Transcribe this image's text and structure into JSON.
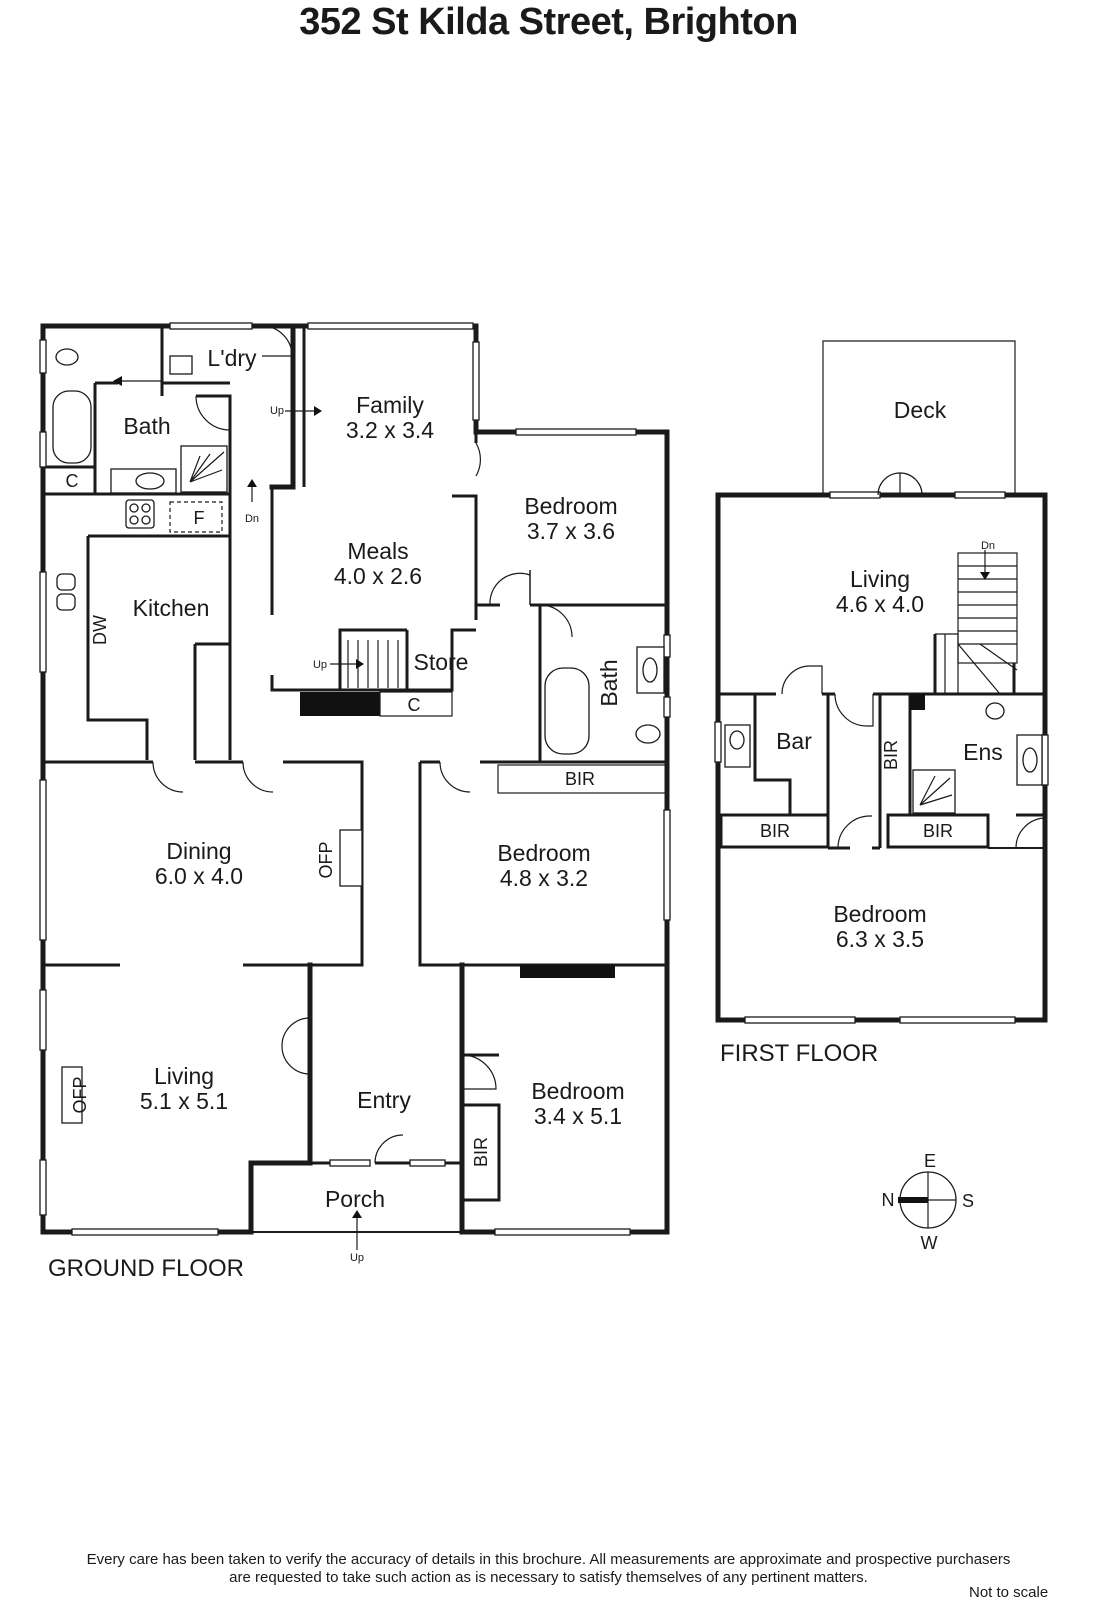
{
  "title": "352 St Kilda Street, Brighton",
  "ground_floor": {
    "label": "GROUND FLOOR",
    "rooms": {
      "ldry": "L'dry",
      "bath": "Bath",
      "c1": "C",
      "family": "Family",
      "family_dim": "3.2 x 3.4",
      "meals": "Meals",
      "meals_dim": "4.0 x 2.6",
      "kitchen": "Kitchen",
      "dw": "DW",
      "f": "F",
      "store": "Store",
      "c2": "C",
      "bed1": "Bedroom",
      "bed1_dim": "3.7 x 3.6",
      "bath2": "Bath",
      "bir1": "BIR",
      "dining": "Dining",
      "dining_dim": "6.0 x 4.0",
      "ofp1": "OFP",
      "bed2": "Bedroom",
      "bed2_dim": "4.8 x 3.2",
      "living": "Living",
      "living_dim": "5.1 x 5.1",
      "ofp2": "OFP",
      "entry": "Entry",
      "bed3": "Bedroom",
      "bed3_dim": "3.4 x 5.1",
      "bir2": "BIR",
      "porch": "Porch",
      "up1": "Up",
      "dn1": "Dn",
      "up2": "Up",
      "up3": "Up"
    }
  },
  "first_floor": {
    "label": "FIRST FLOOR",
    "rooms": {
      "deck": "Deck",
      "living": "Living",
      "living_dim": "4.6 x 4.0",
      "dn": "Dn",
      "bar": "Bar",
      "bir1": "BIR",
      "ens": "Ens",
      "bir2": "BIR",
      "bir3": "BIR",
      "bedroom": "Bedroom",
      "bedroom_dim": "6.3 x 3.5"
    }
  },
  "compass": {
    "e": "E",
    "n": "N",
    "s": "S",
    "w": "W"
  },
  "footer": {
    "line1": "Every care has been taken to verify the accuracy of details in this brochure.  All measurements are approximate and prospective purchasers",
    "line2": "are requested to take such action as is necessary to satisfy themselves of any pertinent matters.",
    "not_to_scale": "Not to scale"
  }
}
